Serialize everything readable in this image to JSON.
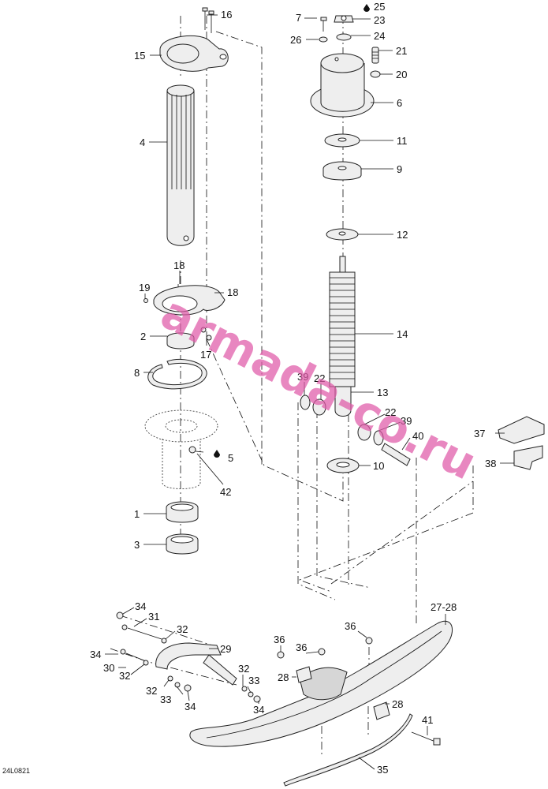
{
  "diagram_code": "24L0821",
  "watermark": "armada-co.ru",
  "callouts": [
    {
      "id": "c16",
      "label": "16"
    },
    {
      "id": "c15",
      "label": "15"
    },
    {
      "id": "c4",
      "label": "4"
    },
    {
      "id": "c18a",
      "label": "18"
    },
    {
      "id": "c18b",
      "label": "18"
    },
    {
      "id": "c19",
      "label": "19"
    },
    {
      "id": "c2",
      "label": "2"
    },
    {
      "id": "c17",
      "label": "17"
    },
    {
      "id": "c8",
      "label": "8"
    },
    {
      "id": "c5",
      "label": "5"
    },
    {
      "id": "c42",
      "label": "42"
    },
    {
      "id": "c1",
      "label": "1"
    },
    {
      "id": "c3",
      "label": "3"
    },
    {
      "id": "c7",
      "label": "7"
    },
    {
      "id": "c25",
      "label": "25"
    },
    {
      "id": "c23",
      "label": "23"
    },
    {
      "id": "c24",
      "label": "24"
    },
    {
      "id": "c26",
      "label": "26"
    },
    {
      "id": "c21",
      "label": "21"
    },
    {
      "id": "c20",
      "label": "20"
    },
    {
      "id": "c6",
      "label": "6"
    },
    {
      "id": "c11",
      "label": "11"
    },
    {
      "id": "c9",
      "label": "9"
    },
    {
      "id": "c12",
      "label": "12"
    },
    {
      "id": "c14",
      "label": "14"
    },
    {
      "id": "c39a",
      "label": "39"
    },
    {
      "id": "c22a",
      "label": "22"
    },
    {
      "id": "c13",
      "label": "13"
    },
    {
      "id": "c22b",
      "label": "22"
    },
    {
      "id": "c39b",
      "label": "39"
    },
    {
      "id": "c40",
      "label": "40"
    },
    {
      "id": "c10",
      "label": "10"
    },
    {
      "id": "c37",
      "label": "37"
    },
    {
      "id": "c38",
      "label": "38"
    },
    {
      "id": "c27",
      "label": "27-28"
    },
    {
      "id": "c34a",
      "label": "34"
    },
    {
      "id": "c31",
      "label": "31"
    },
    {
      "id": "c32a",
      "label": "32"
    },
    {
      "id": "c34b",
      "label": "34"
    },
    {
      "id": "c29",
      "label": "29"
    },
    {
      "id": "c30",
      "label": "30"
    },
    {
      "id": "c32b",
      "label": "32"
    },
    {
      "id": "c32c",
      "label": "32"
    },
    {
      "id": "c33a",
      "label": "33"
    },
    {
      "id": "c32d",
      "label": "32"
    },
    {
      "id": "c33b",
      "label": "33"
    },
    {
      "id": "c34c",
      "label": "34"
    },
    {
      "id": "c34d",
      "label": "34"
    },
    {
      "id": "c36a",
      "label": "36"
    },
    {
      "id": "c36b",
      "label": "36"
    },
    {
      "id": "c36c",
      "label": "36"
    },
    {
      "id": "c28a",
      "label": "28"
    },
    {
      "id": "c28b",
      "label": "28"
    },
    {
      "id": "c41",
      "label": "41"
    },
    {
      "id": "c35",
      "label": "35"
    }
  ]
}
